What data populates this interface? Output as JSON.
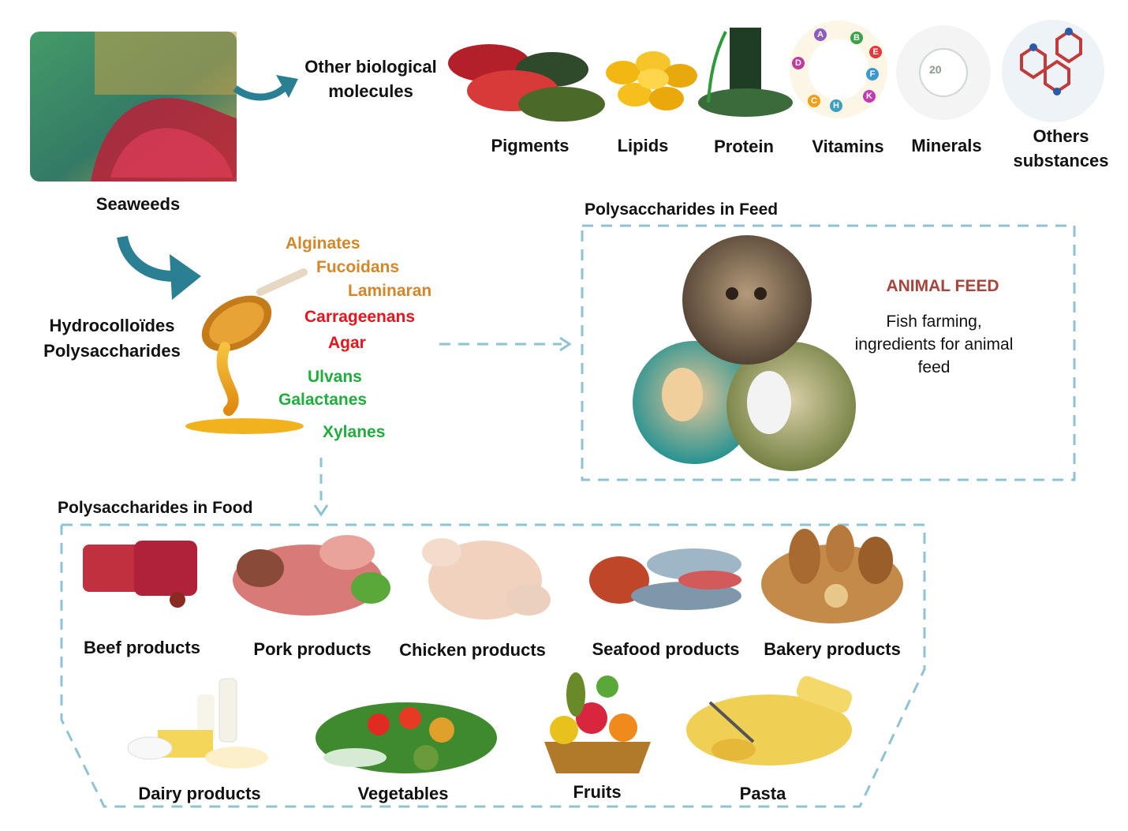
{
  "seaweeds": {
    "label": "Seaweeds"
  },
  "other_molecules": {
    "label_line1": "Other biological",
    "label_line2": "molecules",
    "items": [
      {
        "label": "Pigments"
      },
      {
        "label": "Lipids"
      },
      {
        "label": "Protein"
      },
      {
        "label": "Vitamins"
      },
      {
        "label": "Minerals"
      },
      {
        "label_line1": "Others",
        "label_line2": "substances"
      }
    ],
    "vitamin_letters": [
      "A",
      "B",
      "E",
      "K",
      "C",
      "D",
      "F",
      "H"
    ],
    "mineral_badge": "20"
  },
  "hydrocolloids": {
    "label_line1": "Hydrocolloïdes",
    "label_line2": "Polysaccharides",
    "polysaccharides": [
      {
        "name": "Alginates",
        "color": "#d4872a"
      },
      {
        "name": "Fucoidans",
        "color": "#d4872a"
      },
      {
        "name": "Laminaran",
        "color": "#d4872a"
      },
      {
        "name": "Carrageenans",
        "color": "#e8141c"
      },
      {
        "name": "Agar",
        "color": "#e8141c"
      },
      {
        "name": "Ulvans",
        "color": "#1fae3c"
      },
      {
        "name": "Galactanes",
        "color": "#1fae3c"
      },
      {
        "name": "Xylanes",
        "color": "#1fae3c"
      }
    ]
  },
  "feed": {
    "title": "Polysaccharides in Feed",
    "heading": "ANIMAL FEED",
    "desc_line1": "Fish farming,",
    "desc_line2": "ingredients for animal",
    "desc_line3": "feed",
    "heading_color": "#a8443c",
    "border_color": "#8ec3d3"
  },
  "food": {
    "title": "Polysaccharides in Food",
    "row1": [
      {
        "label": "Beef products"
      },
      {
        "label": "Pork products"
      },
      {
        "label": "Chicken products"
      },
      {
        "label": "Seafood products"
      },
      {
        "label": "Bakery products"
      }
    ],
    "row2": [
      {
        "label": "Dairy products"
      },
      {
        "label": "Vegetables"
      },
      {
        "label": "Fruits"
      },
      {
        "label": "Pasta"
      }
    ]
  },
  "colors": {
    "arrow_teal": "#2b7f93",
    "dash_blue": "#8ec3d3"
  }
}
